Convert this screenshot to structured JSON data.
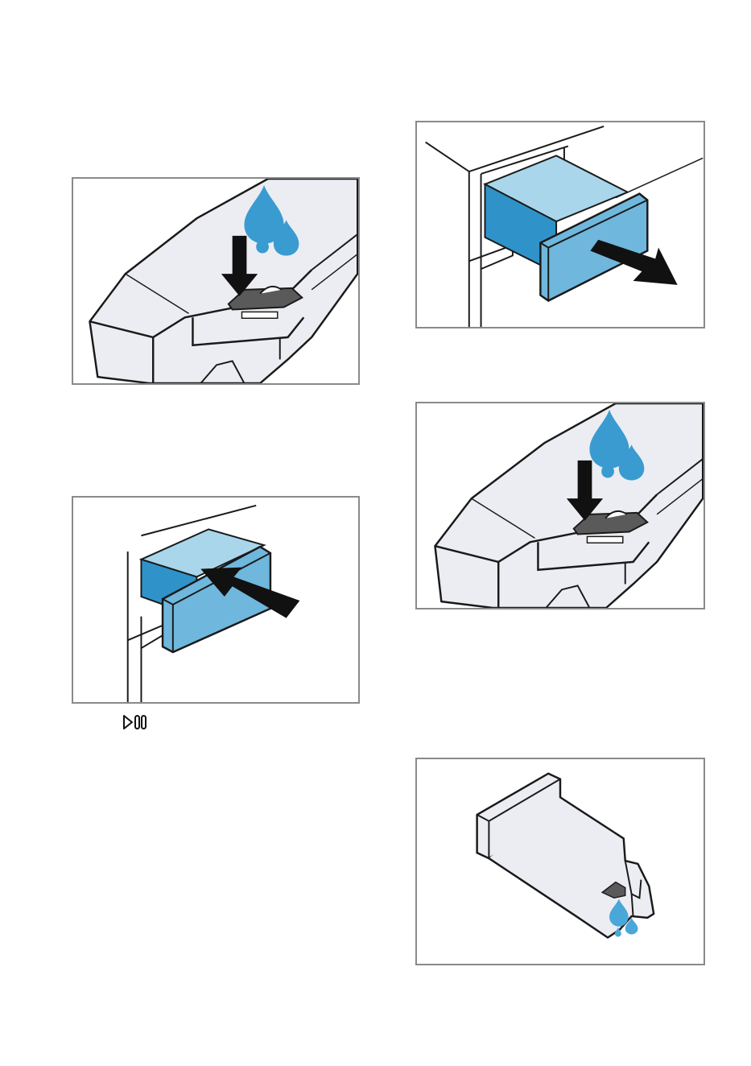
{
  "illustrations": [
    {
      "id": "pour-liquid-into-dosing-cap",
      "icon": "pour-liquid-illustration"
    },
    {
      "id": "push-drawer-in",
      "icon": "push-drawer-illustration"
    },
    {
      "id": "pull-drawer-out",
      "icon": "pull-drawer-illustration"
    },
    {
      "id": "pour-liquid-into-dosing-cap-repeat",
      "icon": "pour-liquid-illustration"
    },
    {
      "id": "drain-residual-water",
      "icon": "drain-water-illustration"
    }
  ],
  "controls": {
    "start_pause_icon": "start-pause-icon"
  },
  "colors": {
    "water_drop": "#3a9bd0",
    "drawer_light": "#a9d6ea",
    "drawer_mid": "#6fb7dc",
    "drawer_dark": "#2f93c9",
    "panel_border": "#8a8a8a",
    "appliance_fill": "#ecedf2",
    "outline": "#1a1a1a"
  }
}
